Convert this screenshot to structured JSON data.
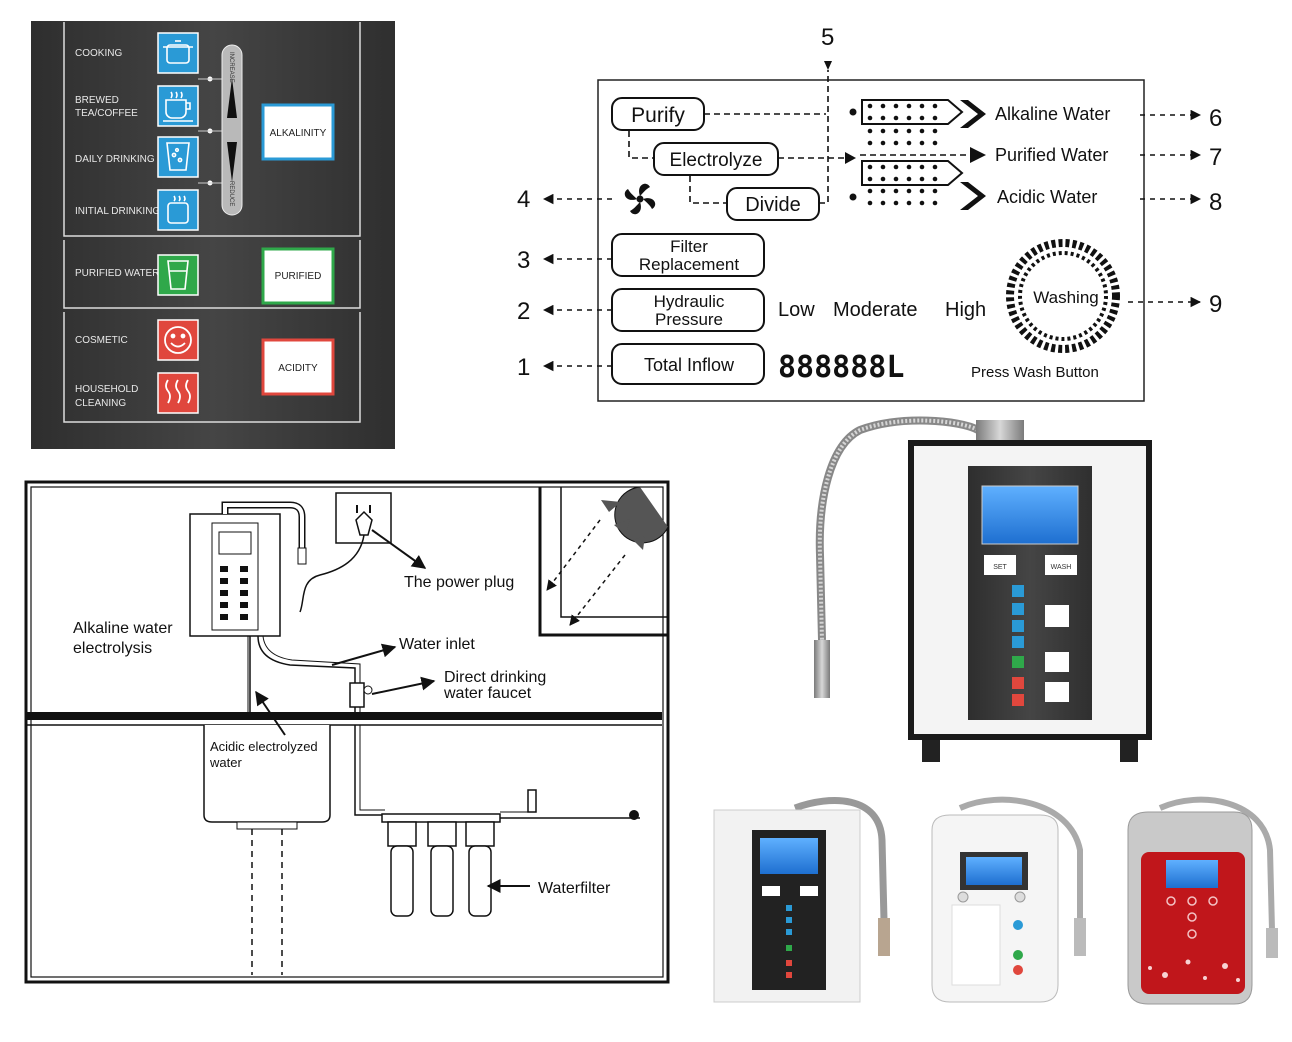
{
  "colors": {
    "panel_bg": "#3a3a3a",
    "blue": "#2a9ad6",
    "green": "#2fa84a",
    "red": "#e0473d",
    "unit_red": "#c0161b",
    "lcd_blue": "#1e6fd0"
  },
  "panel": {
    "rows": [
      {
        "label": "COOKING",
        "icon": "pot-icon",
        "color": "blue"
      },
      {
        "label": "BREWED TEA/COFFEE",
        "icon": "cup-icon",
        "color": "blue"
      },
      {
        "label": "DAILY DRINKING",
        "icon": "glass-icon",
        "color": "blue"
      },
      {
        "label": "INITIAL DRINKING",
        "icon": "bottle-icon",
        "color": "blue"
      },
      {
        "label": "PURIFIED WATER",
        "icon": "water-glass-icon",
        "color": "green"
      },
      {
        "label": "COSMETIC",
        "icon": "smiley-icon",
        "color": "red"
      },
      {
        "label": "HOUSEHOLD CLEANING",
        "icon": "steam-icon",
        "color": "red"
      }
    ],
    "increase": "INCREASE",
    "reduce": "REDUCE",
    "buttons": {
      "alkalinity": "ALKALINITY",
      "purified": "PURIFIED",
      "acidity": "ACIDITY"
    }
  },
  "lcd": {
    "purify": "Purify",
    "electrolyze": "Electrolyze",
    "divide": "Divide",
    "alkaline": "Alkaline Water",
    "purified": "Purified Water",
    "acidic": "Acidic Water",
    "filter1": "Filter",
    "filter2": "Replacement",
    "hydraulic1": "Hydraulic",
    "hydraulic2": "Pressure",
    "low": "Low",
    "moderate": "Moderate",
    "high": "High",
    "total": "Total Inflow",
    "digits": "888888L",
    "washing": "Washing",
    "press": "Press Wash Button",
    "numbers": [
      "1",
      "2",
      "3",
      "4",
      "5",
      "6",
      "7",
      "8",
      "9"
    ]
  },
  "install": {
    "plug": "The power plug",
    "alkaline1": "Alkaline water",
    "alkaline2": "electrolysis",
    "inlet": "Water inlet",
    "faucet1": "Direct drinking",
    "faucet2": "water faucet",
    "acidic1": "Acidic electrolyzed",
    "acidic2": "water",
    "filter": "Waterfilter"
  },
  "unit": {
    "set": "SET",
    "wash": "WASH"
  }
}
